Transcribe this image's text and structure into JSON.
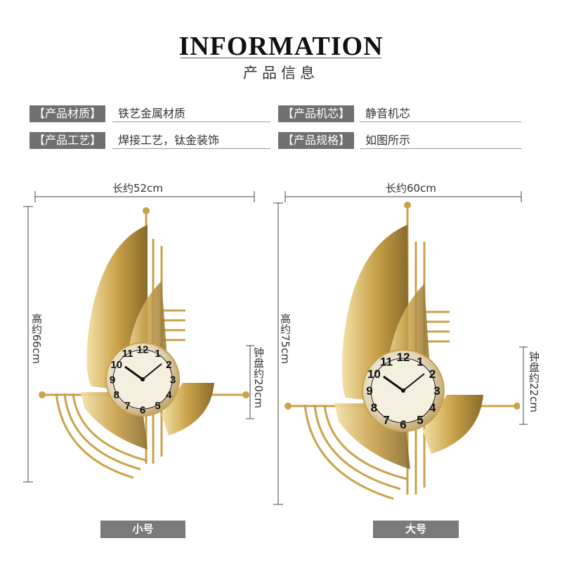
{
  "header": {
    "title_en": "INFORMATION",
    "title_cn": "产品信息"
  },
  "specs": [
    {
      "label": "【产品材质】",
      "value": "铁艺金属材质"
    },
    {
      "label": "【产品机芯】",
      "value": "静音机芯"
    },
    {
      "label": "【产品工艺】",
      "value": "焊接工艺，钛金装饰"
    },
    {
      "label": "【产品规格】",
      "value": "如图所示"
    }
  ],
  "small": {
    "width_label": "长约52cm",
    "height_label": "高约66cm",
    "dial_label": "钟盘约20cm",
    "size_name": "小号"
  },
  "large": {
    "width_label": "长约60cm",
    "height_label": "高约75cm",
    "dial_label": "钟盘约22cm",
    "size_name": "大号"
  },
  "clock_numbers": [
    "12",
    "1",
    "2",
    "3",
    "4",
    "5",
    "6",
    "7",
    "8",
    "9",
    "10",
    "11"
  ],
  "colors": {
    "gold": "#c9a24a",
    "gold_light": "#e8cf8f",
    "label_bg": "#707070",
    "button_bg": "#7a7a7a"
  }
}
